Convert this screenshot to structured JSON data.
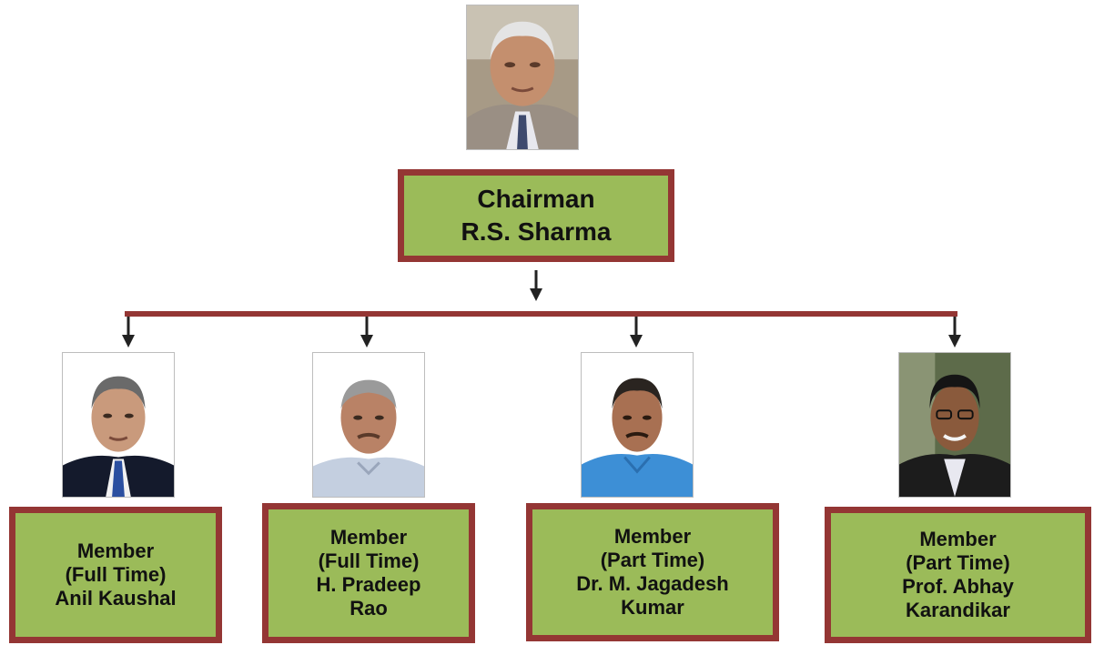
{
  "chairman": {
    "role": "Chairman",
    "name": "R.S. Sharma",
    "photo": "chairman-portrait"
  },
  "members": [
    {
      "role": "Member",
      "type": "(Full Time)",
      "name_line1": "Anil Kaushal",
      "name_line2": "",
      "photo": "member-portrait"
    },
    {
      "role": "Member",
      "type": "(Full Time)",
      "name_line1": "H. Pradeep",
      "name_line2": "Rao",
      "photo": "member-portrait"
    },
    {
      "role": "Member",
      "type": "(Part Time)",
      "name_line1": "Dr. M. Jagadesh",
      "name_line2": "Kumar",
      "photo": "member-portrait"
    },
    {
      "role": "Member",
      "type": "(Part Time)",
      "name_line1": "Prof. Abhay",
      "name_line2": "Karandikar",
      "photo": "member-portrait"
    }
  ],
  "colors": {
    "box_fill": "#9bbb59",
    "box_border": "#943634",
    "connector": "#943634",
    "arrow": "#222222"
  }
}
